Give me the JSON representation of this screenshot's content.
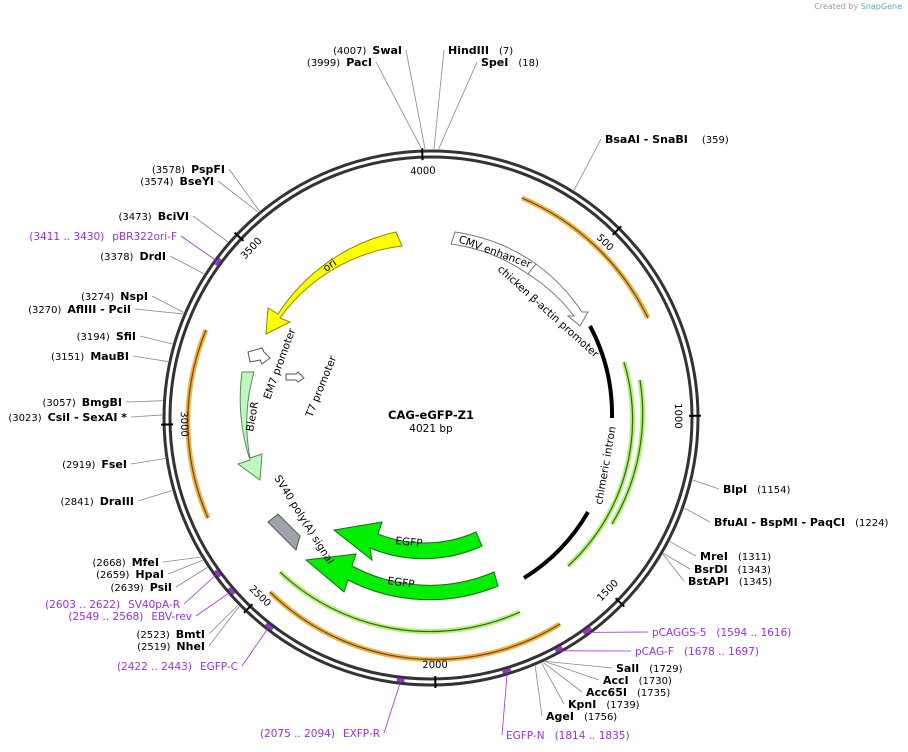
{
  "watermark": {
    "created_by": "Created by",
    "brand": "SnapGene"
  },
  "plasmid": {
    "name": "CAG-eGFP-Z1",
    "length": "4021 bp",
    "total_bp": 4021
  },
  "ticks": [
    {
      "label": "500",
      "bp": 500
    },
    {
      "label": "1000",
      "bp": 1000
    },
    {
      "label": "1500",
      "bp": 1500
    },
    {
      "label": "2000",
      "bp": 2000
    },
    {
      "label": "2500",
      "bp": 2500
    },
    {
      "label": "3000",
      "bp": 3000
    },
    {
      "label": "3500",
      "bp": 3500
    },
    {
      "label": "4000",
      "bp": 4000
    }
  ],
  "sites": [
    {
      "names": "SwaI",
      "pos": "(4007)",
      "bp": 4007,
      "side": "left"
    },
    {
      "names": "PacI",
      "pos": "(3999)",
      "bp": 3999,
      "side": "left"
    },
    {
      "names": "HindIII",
      "pos": "(7)",
      "bp": 7,
      "side": "right"
    },
    {
      "names": "SpeI",
      "pos": "(18)",
      "bp": 18,
      "side": "right"
    },
    {
      "names": "BsaAI   - SnaBI",
      "pos": "(359)",
      "bp": 359,
      "side": "right"
    },
    {
      "names": "BlpI",
      "pos": "(1154)",
      "bp": 1154,
      "side": "right"
    },
    {
      "names": "BfuAI   - BspMI   - PaqCI",
      "pos": "(1224)",
      "bp": 1224,
      "side": "right"
    },
    {
      "names": "MreI",
      "pos": "(1311)",
      "bp": 1311,
      "side": "right"
    },
    {
      "names": "BsrDI",
      "pos": "(1343)",
      "bp": 1343,
      "side": "right"
    },
    {
      "names": "BstAPI",
      "pos": "(1345)",
      "bp": 1345,
      "side": "right"
    },
    {
      "names": "SalI",
      "pos": "(1729)",
      "bp": 1729,
      "side": "right"
    },
    {
      "names": "AccI",
      "pos": "(1730)",
      "bp": 1730,
      "side": "right"
    },
    {
      "names": "Acc65I",
      "pos": "(1735)",
      "bp": 1735,
      "side": "right"
    },
    {
      "names": "KpnI",
      "pos": "(1739)",
      "bp": 1739,
      "side": "right"
    },
    {
      "names": "AgeI",
      "pos": "(1756)",
      "bp": 1756,
      "side": "right"
    },
    {
      "names": "NheI",
      "pos": "(2519)",
      "bp": 2519,
      "side": "left"
    },
    {
      "names": "BmtI",
      "pos": "(2523)",
      "bp": 2523,
      "side": "left"
    },
    {
      "names": "PsiI",
      "pos": "(2639)",
      "bp": 2639,
      "side": "left"
    },
    {
      "names": "HpaI",
      "pos": "(2659)",
      "bp": 2659,
      "side": "left"
    },
    {
      "names": "MfeI",
      "pos": "(2668)",
      "bp": 2668,
      "side": "left"
    },
    {
      "names": "DraIII",
      "pos": "(2841)",
      "bp": 2841,
      "side": "left"
    },
    {
      "names": "FseI",
      "pos": "(2919)",
      "bp": 2919,
      "side": "left"
    },
    {
      "names": "CsiI   - SexAI *",
      "pos": "(3023)",
      "bp": 3023,
      "side": "left"
    },
    {
      "names": "BmgBI",
      "pos": "(3057)",
      "bp": 3057,
      "side": "left"
    },
    {
      "names": "MauBI",
      "pos": "(3151)",
      "bp": 3151,
      "side": "left"
    },
    {
      "names": "SfiI",
      "pos": "(3194)",
      "bp": 3194,
      "side": "left"
    },
    {
      "names": "AflIII   - PciI",
      "pos": "(3270)",
      "bp": 3270,
      "side": "left"
    },
    {
      "names": "NspI",
      "pos": "(3274)",
      "bp": 3274,
      "side": "left"
    },
    {
      "names": "DrdI",
      "pos": "(3378)",
      "bp": 3378,
      "side": "left"
    },
    {
      "names": "BciVI",
      "pos": "(3473)",
      "bp": 3473,
      "side": "left"
    },
    {
      "names": "BseYI",
      "pos": "(3574)",
      "bp": 3574,
      "side": "left"
    },
    {
      "names": "PspFI",
      "pos": "(3578)",
      "bp": 3578,
      "side": "left"
    }
  ],
  "primers": [
    {
      "name": "pBR322ori-F",
      "range": "(3411 .. 3430)",
      "start": 3411,
      "end": 3430,
      "side": "left"
    },
    {
      "name": "pCAGGS-5",
      "range": "(1594 .. 1616)",
      "start": 1594,
      "end": 1616,
      "side": "right"
    },
    {
      "name": "pCAG-F",
      "range": "(1678 .. 1697)",
      "start": 1678,
      "end": 1697,
      "side": "right"
    },
    {
      "name": "EGFP-N",
      "range": "(1814 .. 1835)",
      "start": 1814,
      "end": 1835,
      "side": "right"
    },
    {
      "name": "EXFP-R",
      "range": "(2075 .. 2094)",
      "start": 2075,
      "end": 2094,
      "side": "left"
    },
    {
      "name": "EGFP-C",
      "range": "(2422 .. 2443)",
      "start": 2422,
      "end": 2443,
      "side": "left"
    },
    {
      "name": "EBV-rev",
      "range": "(2549 .. 2568)",
      "start": 2549,
      "end": 2568,
      "side": "left"
    },
    {
      "name": "SV40pA-R",
      "range": "(2603 .. 2622)",
      "start": 2603,
      "end": 2622,
      "side": "left"
    }
  ],
  "features": [
    {
      "label": "CMV enhancer",
      "start": 0,
      "end": 380,
      "color": "#ffffff"
    },
    {
      "label": "chicken β-actin promoter",
      "start": 380,
      "end": 660,
      "color": "#ffffff"
    },
    {
      "label": "chimeric intron",
      "start": 0,
      "end": 0,
      "color": "#000000"
    },
    {
      "label": "EGFP",
      "start": 1780,
      "end": 2500,
      "color": "#00ee00"
    },
    {
      "label": "EGFP",
      "start": 1780,
      "end": 2500,
      "color": "#00ee00"
    },
    {
      "label": "SV40 poly(A) signal",
      "start": 2610,
      "end": 2740,
      "color": "#a0a4aa"
    },
    {
      "label": "BleoR",
      "start": 2840,
      "end": 3210,
      "color": "#bff7c1"
    },
    {
      "label": "T7 promoter",
      "start": 0,
      "end": 0,
      "color": "#ffffff"
    },
    {
      "label": "EM7 promoter",
      "start": 0,
      "end": 0,
      "color": "#ffffff"
    },
    {
      "label": "ori",
      "start": 3260,
      "end": 3850,
      "color": "#ffff00"
    }
  ]
}
